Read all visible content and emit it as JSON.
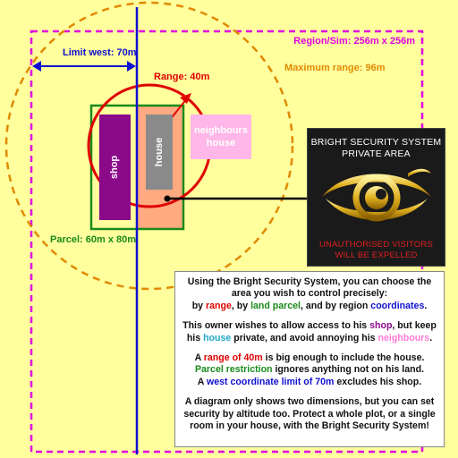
{
  "labels": {
    "region": "Region/Sim: 256m x 256m",
    "max_range": "Maximum range: 96m",
    "range": "Range: 40m",
    "limit_west": "Limit west: 70m",
    "parcel": "Parcel: 60m x 80m"
  },
  "buildings": {
    "shop": "shop",
    "house": "house",
    "neighbours_line1": "neighbours",
    "neighbours_line2": "house"
  },
  "sign": {
    "title_line1": "BRIGHT SECURITY SYSTEM",
    "title_line2": "PRIVATE AREA",
    "warning_line1": "UNAUTHORISED VISITORS",
    "warning_line2": "WILL BE EXPELLED"
  },
  "explanation": {
    "p1_a": "Using the Bright Security System, you can choose the area you wish to control precisely:",
    "p1_b": "by ",
    "p1_range": "range",
    "p1_c": ", by ",
    "p1_parcel": "land parcel",
    "p1_d": ", and by region ",
    "p1_coords": "coordinates",
    "p1_e": ".",
    "p2_a": "This owner wishes to allow access to his ",
    "p2_shop": "shop",
    "p2_b": ", but keep his ",
    "p2_house": "house",
    "p2_c": " private, and avoid annoying his ",
    "p2_neighbours": "neighbours",
    "p2_d": ".",
    "p3_a": "A ",
    "p3_range": "range of 40m",
    "p3_b": " is big enough to include the house.",
    "p3_parcel": "Parcel restriction",
    "p3_c": " ignores anything not on his land.",
    "p3_d": "A ",
    "p3_west": "west coordinate limit of 70m",
    "p3_e": " excludes his shop.",
    "p4": "A diagram only shows two dimensions, but you can set security by altitude too. Protect a whole plot, or a single room in your house, with the Bright Security System!"
  },
  "colors": {
    "background": "#ffff9e",
    "region_border": "#e000e0",
    "max_range": "#e08a00",
    "range": "#e00000",
    "parcel": "#1a8a1a",
    "limit": "#1010d0",
    "shop": "#8a0a8a",
    "house": "#8a8a8a",
    "neighbours": "#ffb6e8",
    "protected_area": "#ffaa80"
  },
  "icons": {
    "sign_emblem": "golden-eye-icon",
    "limit_marker": "double-arrow-icon",
    "house_center": "center-point-icon"
  }
}
